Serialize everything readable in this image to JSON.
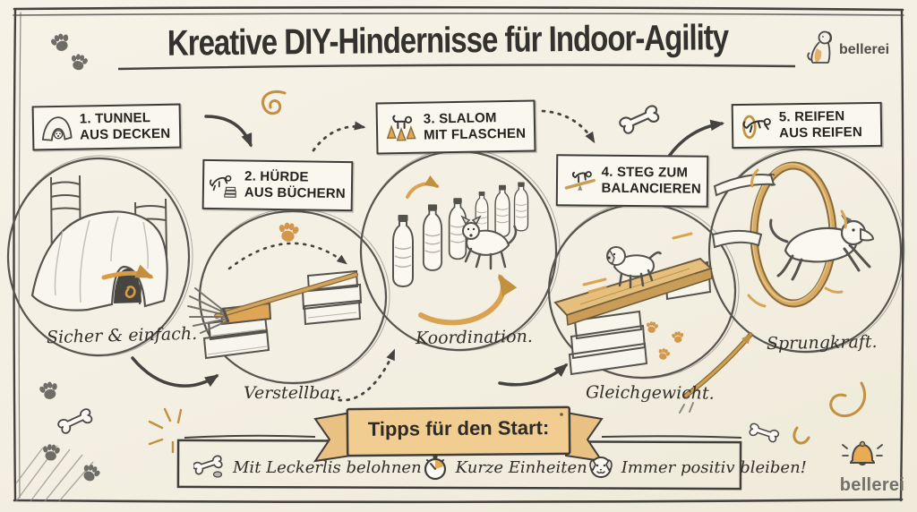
{
  "title": "Kreative DIY-Hindernisse für Indoor-Agility",
  "brand": {
    "logo_label": "bellerei",
    "footer_label": "bellerei"
  },
  "steps": [
    {
      "id": 1,
      "title_line1": "1. TUNNEL",
      "title_line2": "AUS DECKEN",
      "caption": "Sicher & einfach.",
      "icon": "dog-under-blanket-icon"
    },
    {
      "id": 2,
      "title_line1": "2. HÜRDE",
      "title_line2": "AUS BÜCHERN",
      "caption": "Verstellbar.",
      "icon": "dog-jumping-over-books-icon"
    },
    {
      "id": 3,
      "title_line1": "3. SLALOM",
      "title_line2": "MIT FLASCHEN",
      "caption": "Koordination.",
      "icon": "dog-with-cones-icon"
    },
    {
      "id": 4,
      "title_line1": "4. STEG ZUM",
      "title_line2": "BALANCIEREN",
      "caption": "Gleichgewicht.",
      "icon": "dog-on-seesaw-icon"
    },
    {
      "id": 5,
      "title_line1": "5. REIFEN",
      "title_line2": "AUS REIFEN",
      "caption": "Sprungkraft.",
      "icon": "dog-through-hoop-icon"
    }
  ],
  "tips": {
    "banner_title": "Tipps für den Start:",
    "items": [
      {
        "label": "Mit Leckerlis belohnen",
        "icon": "bone-treat-icon"
      },
      {
        "label": "Kurze Einheiten",
        "icon": "stopwatch-icon"
      },
      {
        "label": "Immer positiv bleiben!",
        "icon": "dog-face-icon"
      }
    ]
  },
  "colors": {
    "paper": "#f4f0e4",
    "ink": "#3b3a36",
    "accent_orange": "#d99d4f",
    "banner_fill": "#f2cd92"
  }
}
